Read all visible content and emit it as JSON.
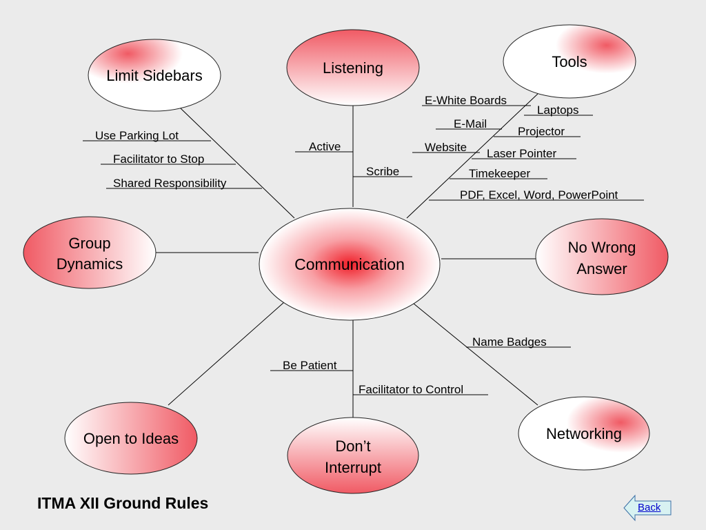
{
  "title": "ITMA XII Ground Rules",
  "back_label": "Back",
  "center": "Communication",
  "nodes": {
    "limit_sidebars": "Limit Sidebars",
    "listening": "Listening",
    "tools": "Tools",
    "group_dynamics": [
      "Group",
      "Dynamics"
    ],
    "no_wrong_answer": [
      "No Wrong",
      "Answer"
    ],
    "open_to_ideas": "Open to Ideas",
    "dont_interrupt": [
      "Don’t",
      "Interrupt"
    ],
    "networking": "Networking"
  },
  "leaves": {
    "limit_sidebars": [
      "Use Parking Lot",
      "Facilitator to Stop",
      "Shared Responsibility"
    ],
    "listening": [
      "Active",
      "Scribe"
    ],
    "tools": [
      "E-White Boards",
      "Laptops",
      "E-Mail",
      "Projector",
      "Website",
      "Laser Pointer",
      "Timekeeper",
      "PDF, Excel, Word, PowerPoint"
    ],
    "dont_interrupt": [
      "Be Patient",
      "Facilitator to Control"
    ],
    "networking": [
      "Name Badges"
    ]
  },
  "colors": {
    "background": "#ebebeb",
    "node_red": "#f05a64",
    "node_white": "#ffffff",
    "link": "#000000",
    "back_arrow": "#d8f2f2",
    "back_link": "#0000cc"
  }
}
